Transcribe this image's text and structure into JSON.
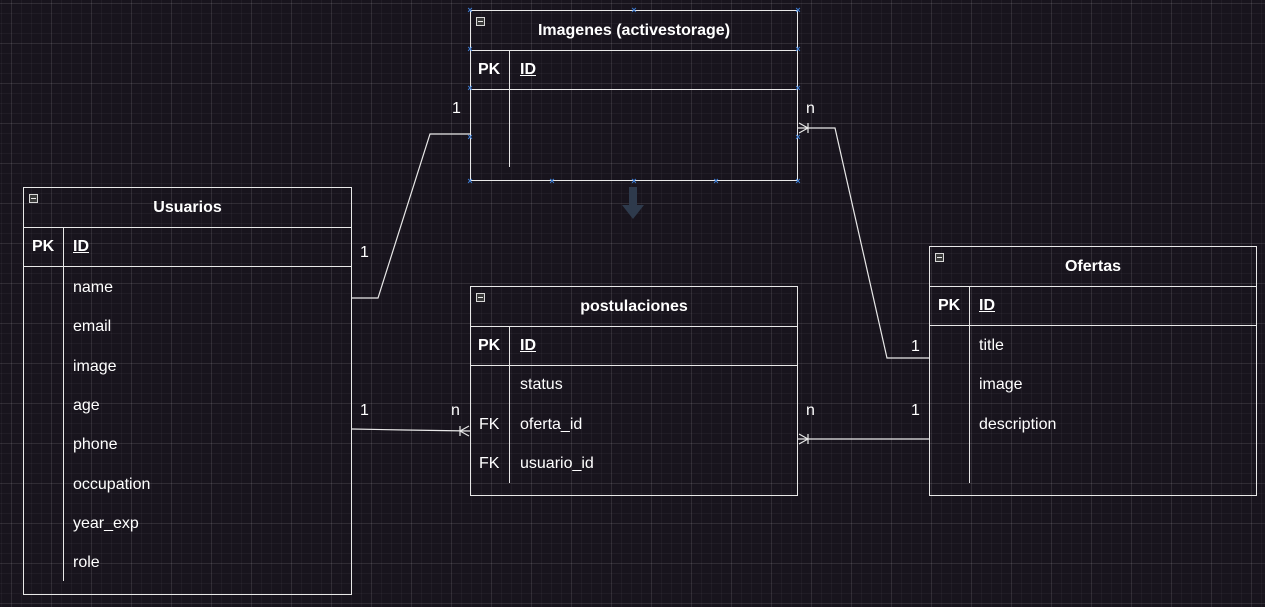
{
  "tables": {
    "imagenes": {
      "title": "Imagenes (activestorage)",
      "pk_label": "PK",
      "pk_name": "ID",
      "fields": []
    },
    "usuarios": {
      "title": "Usuarios",
      "pk_label": "PK",
      "pk_name": "ID",
      "fields": [
        "name",
        "email",
        "image",
        "age",
        "phone",
        "occupation",
        "year_exp",
        "role"
      ]
    },
    "postulaciones": {
      "title": "postulaciones",
      "pk_label": "PK",
      "pk_name": "ID",
      "fields": [
        {
          "key": "",
          "name": "status"
        },
        {
          "key": "FK",
          "name": "oferta_id"
        },
        {
          "key": "FK",
          "name": "usuario_id"
        }
      ]
    },
    "ofertas": {
      "title": "Ofertas",
      "pk_label": "PK",
      "pk_name": "ID",
      "fields": [
        "title",
        "image",
        "description"
      ]
    }
  },
  "relationships": [
    {
      "from": "Usuarios",
      "to": "Imagenes (activestorage)",
      "from_card": "1",
      "to_card": "1"
    },
    {
      "from": "Ofertas",
      "to": "Imagenes (activestorage)",
      "from_card": "1",
      "to_card": "n"
    },
    {
      "from": "Usuarios",
      "to": "postulaciones",
      "from_card": "1",
      "to_card": "n"
    },
    {
      "from": "Ofertas",
      "to": "postulaciones",
      "from_card": "1",
      "to_card": "n"
    }
  ],
  "colors": {
    "background": "#18141d",
    "line": "#e8e8e8",
    "selection_handle": "#3f7fd6"
  }
}
